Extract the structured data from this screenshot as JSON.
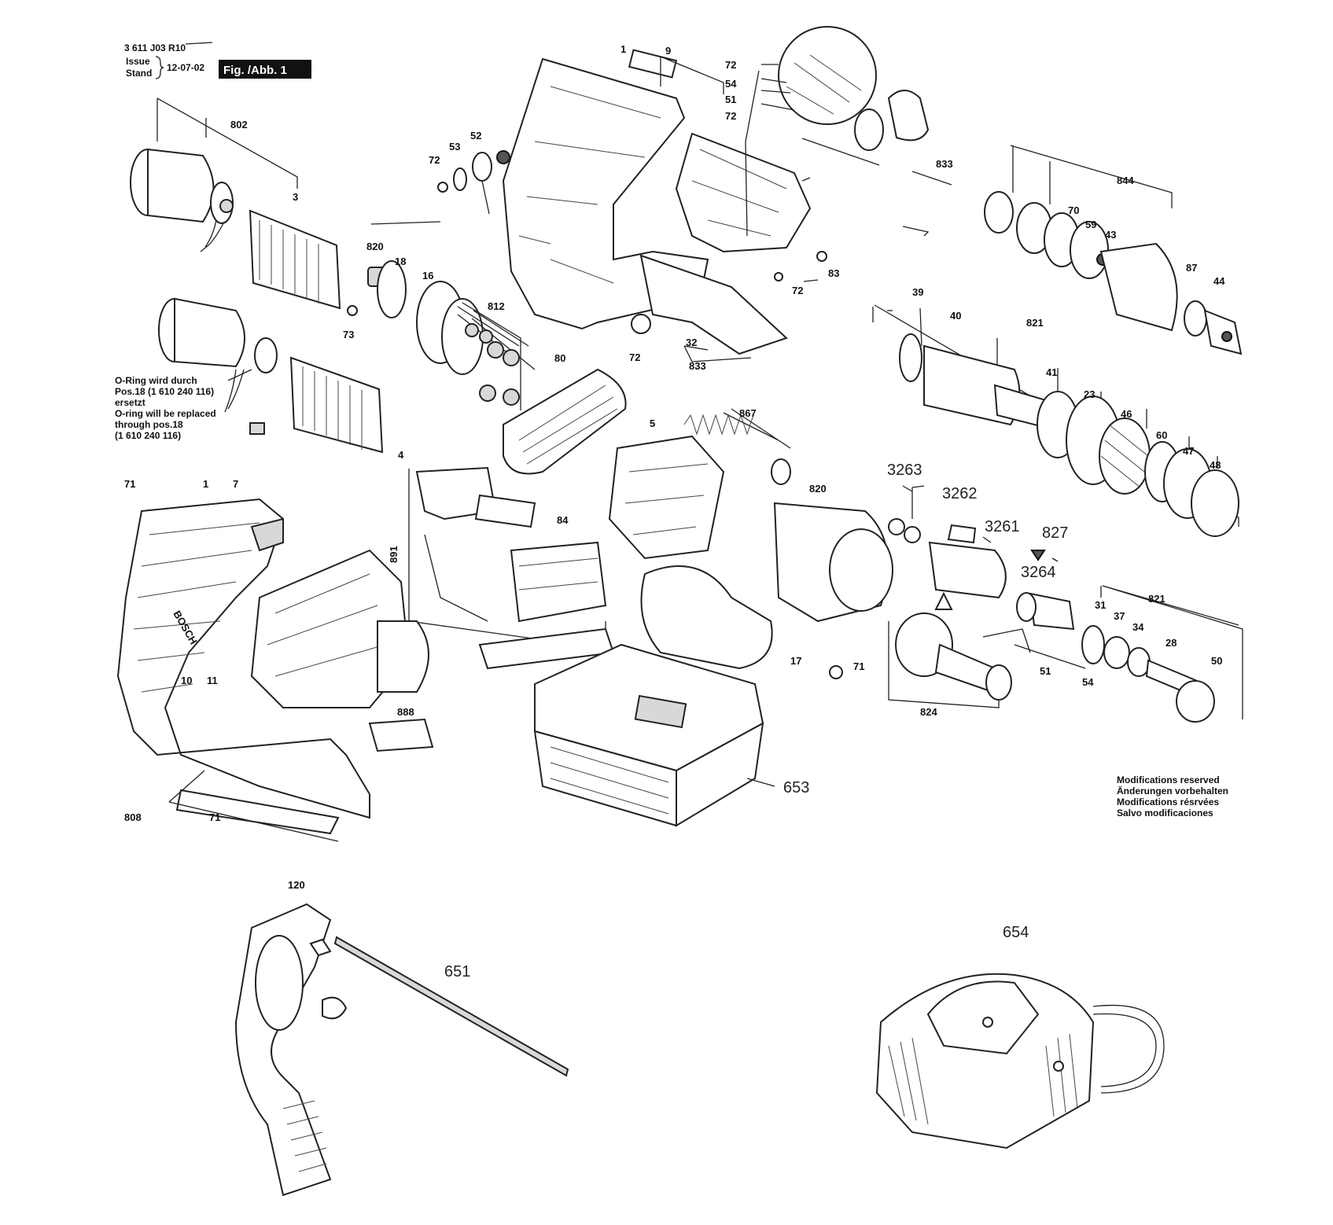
{
  "header": {
    "doc_number": "3 611 J03 R10",
    "issue_label": "Issue",
    "stand_label": "Stand",
    "date": "12-07-02",
    "figure_tag": "Fig. /Abb. 1"
  },
  "footnote_o_ring": [
    "O-Ring wird durch",
    "Pos.18 (1 610 240 116)",
    "ersetzt",
    "O-ring will be replaced",
    "through pos.18",
    "(1 610 240 116)"
  ],
  "modifications_note": [
    "Modifications reserved",
    "Änderungen vorbehalten",
    "Modifications résrvées",
    "Salvo modificaciones"
  ],
  "part_labels": {
    "p1_top": "1",
    "p9": "9",
    "p72_a": "72",
    "p54_a": "54",
    "p51_a": "51",
    "p72_b": "72",
    "p833_a": "833",
    "p802": "802",
    "p3": "3",
    "p72_c": "72",
    "p53": "53",
    "p52": "52",
    "p844": "844",
    "p70": "70",
    "p59": "59",
    "p43": "43",
    "p87": "87",
    "p44": "44",
    "p820_a": "820",
    "p18": "18",
    "p16": "16",
    "p83": "83",
    "p72_d": "72",
    "p73": "73",
    "p812": "812",
    "p39": "39",
    "p40": "40",
    "p821_a": "821",
    "p41": "41",
    "p23": "23",
    "p46": "46",
    "p60": "60",
    "p47": "47",
    "p48": "48",
    "p32": "32",
    "p72_e": "72",
    "p833_b": "833",
    "p80": "80",
    "p5": "5",
    "p867": "867",
    "p4": "4",
    "p84": "84",
    "p891": "891",
    "p3263": "3263",
    "p3262": "3262",
    "p3261": "3261",
    "p827": "827",
    "p3264": "3264",
    "p820_b": "820",
    "p71_a": "71",
    "p1_b": "1",
    "p7": "7",
    "p10": "10",
    "p11": "11",
    "p888": "888",
    "p17": "17",
    "p71_b": "71",
    "p31": "31",
    "p37": "37",
    "p34": "34",
    "p821_b": "821",
    "p28": "28",
    "p50": "50",
    "p51_b": "51",
    "p54_b": "54",
    "p824": "824",
    "p653": "653",
    "p808": "808",
    "p71_c": "71",
    "p120": "120",
    "p651": "651",
    "p654": "654"
  },
  "brand_text": "BOSCH"
}
